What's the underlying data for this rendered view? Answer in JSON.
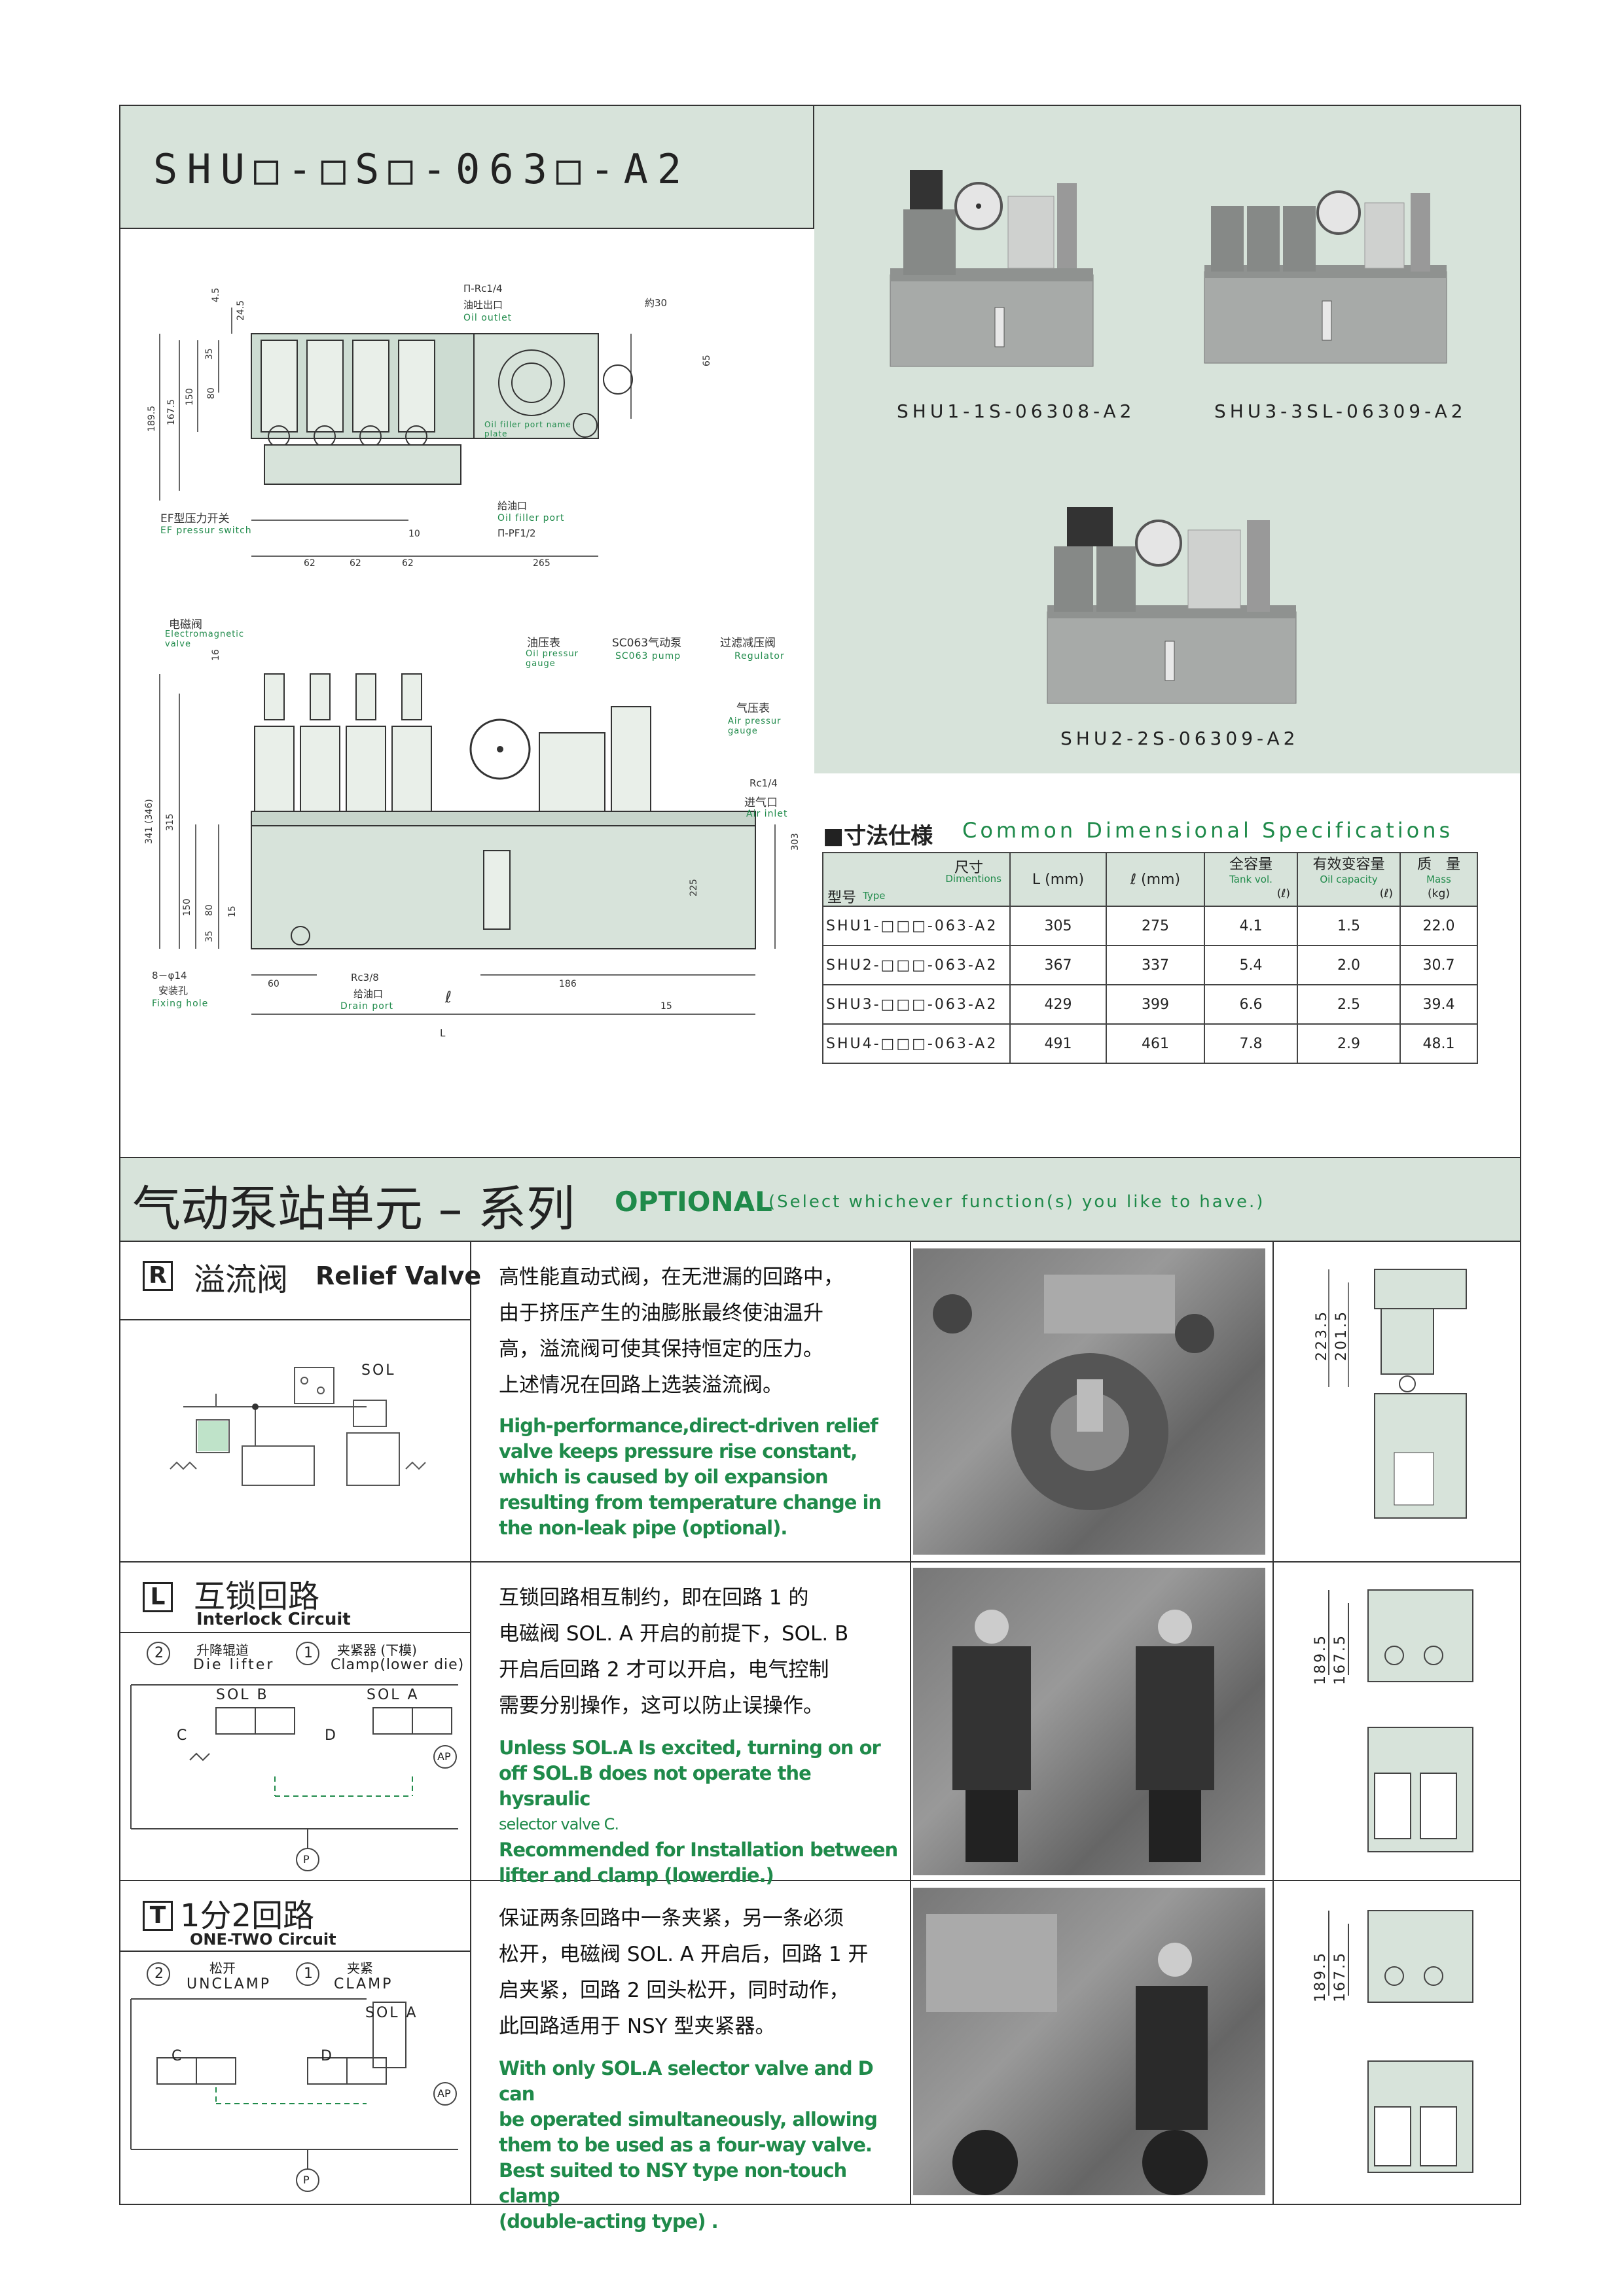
{
  "header": {
    "model_code": "SHU□-□S□-063□-A2"
  },
  "top_drawing": {
    "labels": {
      "oil_outlet_zh": "油吐出口",
      "oil_outlet_en": "Oil outlet",
      "oil_outlet_rc": "Π-Rc1/4",
      "approx30": "約30",
      "oil_filler_zh": "給油口",
      "oil_filler_en": "Oil filler port",
      "oil_filler_pf": "Π-PF1/2",
      "nameplate_en": "Oil filler port name plate",
      "ef_switch_zh": "EF型压力开关",
      "ef_switch_en": "EF pressur switch"
    },
    "dims": [
      "4.5",
      "24.5",
      "35",
      "80",
      "150",
      "167.5",
      "189.5",
      "65",
      "62",
      "62",
      "62",
      "265",
      "10"
    ]
  },
  "front_drawing": {
    "labels": {
      "valve_zh": "电磁阀",
      "valve_en": "Electromagnetic valve",
      "gauge_zh": "油压表",
      "gauge_en": "Oil pressur gauge",
      "pump_zh": "SC063气动泵",
      "pump_en": "SC063 pump",
      "regulator_zh": "过滤减压阀",
      "regulator_en": "Regulator",
      "air_gauge_zh": "气压表",
      "air_gauge_en": "Air pressur gauge",
      "air_inlet_rc": "Rc1/4",
      "air_inlet_zh": "进气口",
      "air_inlet_en": "Air inlet",
      "fixing_num": "8－φ14",
      "fixing_zh": "安装孔",
      "fixing_en": "Fixing hole",
      "drain_rc": "Rc3/8",
      "drain_zh": "给油口",
      "drain_en": "Drain port",
      "l_small": "ℓ",
      "l_big": "L"
    },
    "dims": [
      "16",
      "341 (346)",
      "315",
      "150",
      "80",
      "35",
      "303",
      "225",
      "15",
      "60",
      "186",
      "15"
    ]
  },
  "photos": {
    "p1": "SHU1-1S-06308-A2",
    "p2": "SHU3-3SL-06309-A2",
    "p3": "SHU2-2S-06309-A2"
  },
  "spec": {
    "title_zh": "■寸法仕様",
    "title_en": "Common Dimensional Specifications",
    "header": {
      "dim_zh": "尺寸",
      "dim_en": "Dimentions",
      "type_zh": "型号",
      "type_en": "Type",
      "L": "L (mm)",
      "l": "ℓ (mm)",
      "tank_zh": "全容量",
      "tank_en": "Tank vol.",
      "tank_unit": "(ℓ)",
      "cap_zh": "有效变容量",
      "cap_en": "Oil capacity",
      "cap_unit": "(ℓ)",
      "mass_zh": "质　量",
      "mass_en": "Mass",
      "mass_unit": "(kg)"
    },
    "rows": [
      {
        "type": "SHU1-□□□-063-A2",
        "L": "305",
        "l": "275",
        "tank": "4.1",
        "cap": "1.5",
        "mass": "22.0"
      },
      {
        "type": "SHU2-□□□-063-A2",
        "L": "367",
        "l": "337",
        "tank": "5.4",
        "cap": "2.0",
        "mass": "30.7"
      },
      {
        "type": "SHU3-□□□-063-A2",
        "L": "429",
        "l": "399",
        "tank": "6.6",
        "cap": "2.5",
        "mass": "39.4"
      },
      {
        "type": "SHU4-□□□-063-A2",
        "L": "491",
        "l": "461",
        "tank": "7.8",
        "cap": "2.9",
        "mass": "48.1"
      }
    ]
  },
  "section": {
    "title_zh": "气动泵站单元 – 系列",
    "optional": "OPTIONAL",
    "optional_sub": "(Select whichever function(s) you like to have.)"
  },
  "options": [
    {
      "letter": "R",
      "zh": "溢流阀",
      "en": "Relief Valve",
      "schematic": {
        "sol": "SOL"
      },
      "zh_lines": [
        "高性能直动式阀，在无泄漏的回路中，",
        "由于挤压产生的油膨胀最终使油温升",
        "高，溢流阀可使其保持恒定的压力。",
        "上述情况在回路上选装溢流阀。"
      ],
      "en_lines": [
        "High-performance,direct-driven relief",
        "valve keeps pressure rise constant,",
        "which is caused by oil expansion",
        "resulting from temperature change in",
        "the non-leak pipe (optional)."
      ],
      "dims": [
        "223.5",
        "201.5"
      ]
    },
    {
      "letter": "L",
      "zh": "互锁回路",
      "en": "Interlock Circuit",
      "schematic": {
        "n2": "2",
        "n1": "1",
        "a_zh": "升降辊道",
        "a_en": "Die lifter",
        "b_zh": "夹紧器 (下模)",
        "b_en": "Clamp(lower die)",
        "solb": "SOL B",
        "sola": "SOL A",
        "c": "C",
        "d": "D",
        "ap": "AP",
        "p": "P"
      },
      "zh_lines": [
        "互锁回路相互制约，即在回路 1 的",
        "电磁阀 SOL. A 开启的前提下，SOL. B",
        "开启后回路 2 才可以开启，电气控制",
        "需要分别操作，这可以防止误操作。"
      ],
      "en_lines": [
        "Unless SOL.A Is excited, turning on or",
        "off SOL.B does not operate the hysraulic",
        "selector valve C.",
        "Recommended for Installation between",
        "lifter and clamp (lowerdie.)"
      ],
      "dims": [
        "189.5",
        "167.5"
      ]
    },
    {
      "letter": "T",
      "zh": "1分2回路",
      "en": "ONE-TWO Circuit",
      "schematic": {
        "n2": "2",
        "n1": "1",
        "a_zh": "松开",
        "a_en": "UNCLAMP",
        "b_zh": "夹紧",
        "b_en": "CLAMP",
        "sola": "SOL A",
        "c": "C",
        "d": "D",
        "ap": "AP",
        "p": "P"
      },
      "zh_lines": [
        "保证两条回路中一条夹紧，另一条必须",
        "松开，电磁阀 SOL. A 开启后，回路 1 开",
        "启夹紧，回路 2 回头松开，同时动作，",
        "此回路适用于 NSY 型夹紧器。"
      ],
      "en_lines": [
        "With only SOL.A selector valve and D can",
        "be operated simultaneously, allowing",
        "them to be used as a four-way valve.",
        "Best suited to NSY type non-touch clamp",
        "(double-acting type) ."
      ],
      "dims": [
        "189.5",
        "167.5"
      ]
    }
  ]
}
